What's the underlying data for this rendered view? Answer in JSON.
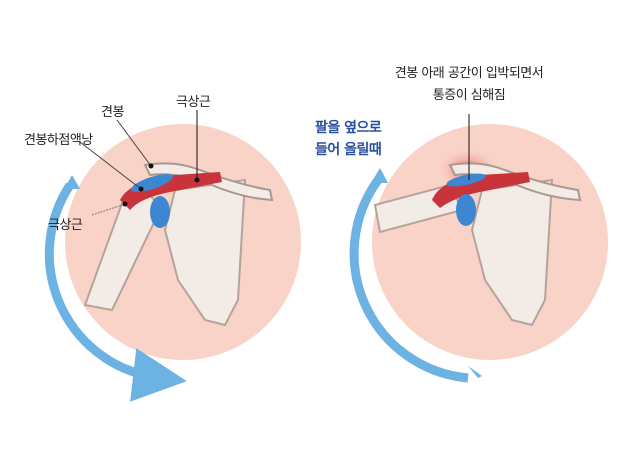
{
  "left_panel": {
    "labels": {
      "acromion": "견봉",
      "supraspinatus_top": "극상근",
      "bursa": "견봉하점액낭",
      "supraspinatus_bottom": "극상근"
    }
  },
  "right_panel": {
    "action_line1": "팔을 옆으로",
    "action_line2": "들어 올릴때",
    "note_line1": "견봉 아래 공간이 입박되면서",
    "note_line2": "통증이 심해짐"
  },
  "colors": {
    "circle": "#f9d3c8",
    "arrow": "#6cb3e3",
    "muscle": "#c9333a",
    "bursa": "#3d86d1",
    "bone": "#f3ebe6",
    "action_text": "#2a4fa0"
  }
}
